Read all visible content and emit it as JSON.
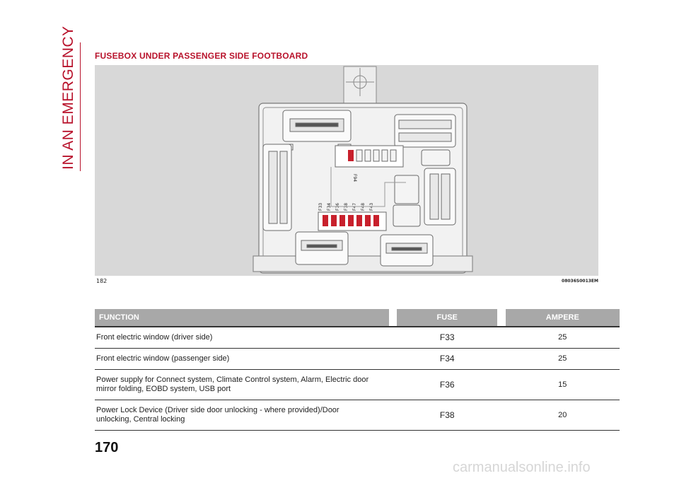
{
  "side_tab": {
    "label": "IN AN EMERGENCY"
  },
  "section": {
    "title": "FUSEBOX UNDER PASSENGER SIDE FOOTBOARD"
  },
  "figure": {
    "number": "182",
    "code": "08036S0013EM",
    "fuse_labels_top": [
      "F94"
    ],
    "fuse_labels_bottom": [
      "F33",
      "F34",
      "F36",
      "F38",
      "F47",
      "F48",
      "F43"
    ]
  },
  "table": {
    "headers": {
      "function": "FUNCTION",
      "fuse": "FUSE",
      "ampere": "AMPERE"
    },
    "rows": [
      {
        "function": "Front electric window (driver side)",
        "fuse": "F33",
        "ampere": "25"
      },
      {
        "function": "Front electric window (passenger side)",
        "fuse": "F34",
        "ampere": "25"
      },
      {
        "function": "Power supply for Connect system, Climate Control system, Alarm, Electric door mirror folding, EOBD system, USB port",
        "fuse": "F36",
        "ampere": "15"
      },
      {
        "function": "Power Lock Device (Driver side door unlocking - where provided)/Door unlocking, Central locking",
        "fuse": "F38",
        "ampere": "20"
      }
    ]
  },
  "page": {
    "number": "170"
  },
  "watermark": {
    "text": "carmanualsonline.info"
  },
  "colors": {
    "accent": "#b8122b",
    "header_gray": "#a8a8a8",
    "fuse_red": "#c8202c"
  }
}
